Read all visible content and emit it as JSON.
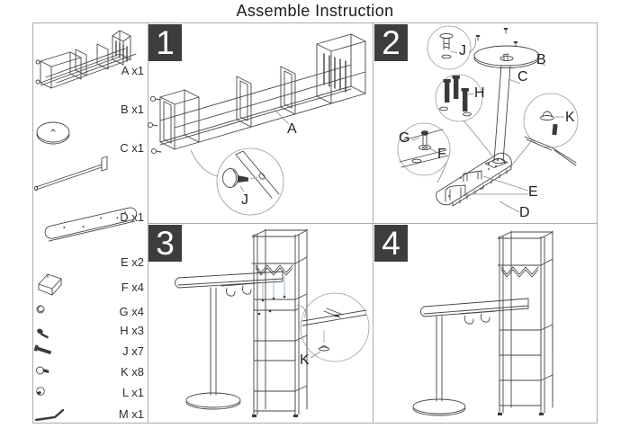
{
  "title": "Assemble Instruction",
  "colors": {
    "line": "#454545",
    "badge_bg": "#3d3d3d",
    "badge_fg": "#ffffff",
    "border": "#ababab",
    "guide_blue": "#8fb3cc"
  },
  "parts": [
    {
      "id": "A",
      "label": "A x1",
      "icon": "shelf-frame-icon"
    },
    {
      "id": "B",
      "label": "B x1",
      "icon": "round-plate-icon"
    },
    {
      "id": "C",
      "label": "C x1",
      "icon": "pole-icon"
    },
    {
      "id": "D",
      "label": "D x1",
      "icon": "tabletop-board-icon"
    },
    {
      "id": "E",
      "label": "E x2",
      "icon": "corner-bracket-icon"
    },
    {
      "id": "F",
      "label": "F x4",
      "icon": "washer-icon"
    },
    {
      "id": "G",
      "label": "G x4",
      "icon": "short-screw-icon"
    },
    {
      "id": "H",
      "label": "H x3",
      "icon": "long-bolt-icon"
    },
    {
      "id": "J",
      "label": "J x7",
      "icon": "knob-screw-icon"
    },
    {
      "id": "K",
      "label": "K x8",
      "icon": "cap-nut-icon"
    },
    {
      "id": "L",
      "label": "L x1",
      "icon": "allen-key-icon"
    },
    {
      "id": "M",
      "label": "M x1",
      "icon": "wrench-icon"
    }
  ],
  "steps": [
    {
      "number": "1",
      "callouts": {
        "a": "A",
        "j": "J"
      }
    },
    {
      "number": "2",
      "callouts": {
        "j": "J",
        "b": "B",
        "c": "C",
        "h": "H",
        "k": "K",
        "g": "G",
        "f": "F",
        "e": "E",
        "d": "D"
      }
    },
    {
      "number": "3",
      "callouts": {
        "k": "K"
      }
    },
    {
      "number": "4",
      "callouts": {}
    }
  ]
}
